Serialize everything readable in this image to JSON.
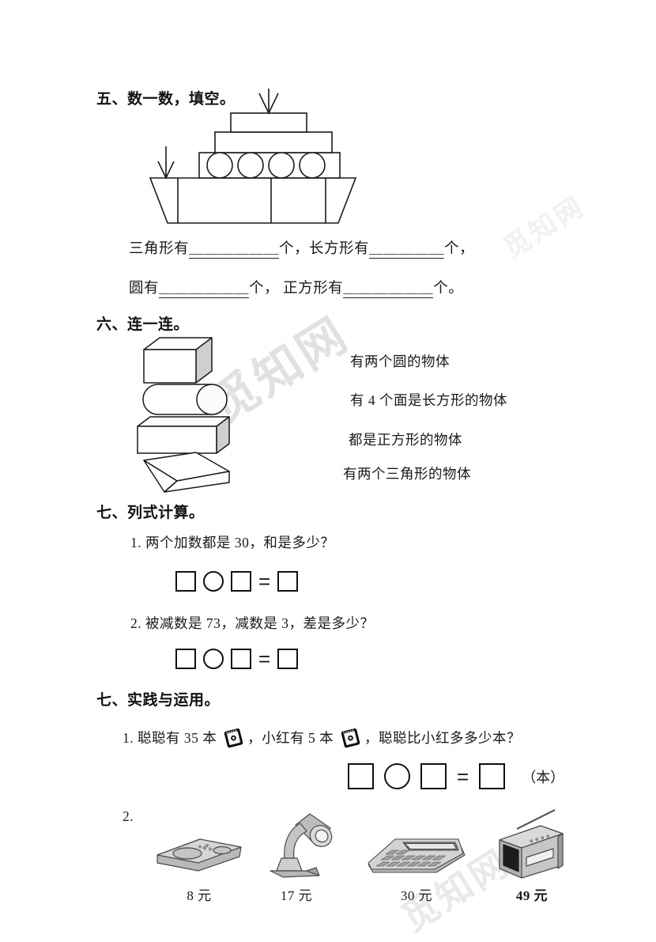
{
  "watermark": {
    "text": "觅知网"
  },
  "sections": [
    {
      "id": "sec5",
      "title": "五、数一数，填空。"
    },
    {
      "id": "sec6",
      "title": "六、连一连。"
    },
    {
      "id": "sec7a",
      "title": "七、列式计算。"
    },
    {
      "id": "sec7b",
      "title": "七、实践与运用。"
    }
  ],
  "count_fill": {
    "line1_a": "三角形有",
    "line1_blank1": "＿＿＿＿＿＿",
    "line1_b": "个，长方形有",
    "line1_blank2": "＿＿＿＿＿",
    "line1_c": "个，",
    "line2_a": "圆有",
    "line2_blank1": "＿＿＿＿＿＿",
    "line2_b": "个，  正方形有",
    "line2_blank2": "＿＿＿＿＿＿",
    "line2_c": "个。"
  },
  "match": {
    "shapes": [
      {
        "name": "cube",
        "label": "正方体"
      },
      {
        "name": "cylinder",
        "label": "圆柱"
      },
      {
        "name": "cuboid",
        "label": "长方体"
      },
      {
        "name": "triangular-prism",
        "label": "三棱柱"
      }
    ],
    "options": [
      "有两个圆的物体",
      "有 4 个面是长方形的物体",
      "都是正方形的物体",
      "有两个三角形的物体"
    ]
  },
  "calc": {
    "q1": "1. 两个加数都是 30，和是多少？",
    "q2": "2. 被减数是 73，减数是 3，差是多少？",
    "equation": {
      "box1": "",
      "op": "",
      "box2": "",
      "equals": "=",
      "result": ""
    }
  },
  "apply": {
    "q1_part1": "1. 聪聪有 35 本",
    "q1_part2": "，小红有 5 本",
    "q1_part3": "，聪聪比小红多多少本？",
    "q1_icon": "notebook-icon",
    "q1_answer_unit": "（本）",
    "q2_label": "2.",
    "items": [
      {
        "name": "phone",
        "price": "8 元",
        "bold": false
      },
      {
        "name": "desk-lamp",
        "price": "17 元",
        "bold": false
      },
      {
        "name": "calculator",
        "price": "30 元",
        "bold": false
      },
      {
        "name": "radio",
        "price": "49 元",
        "bold": true
      }
    ]
  },
  "colors": {
    "ink": "#1a1a1a",
    "stroke": "#111111",
    "watermark": "#d8d8d8",
    "object_fill": "#c9c9c9"
  }
}
